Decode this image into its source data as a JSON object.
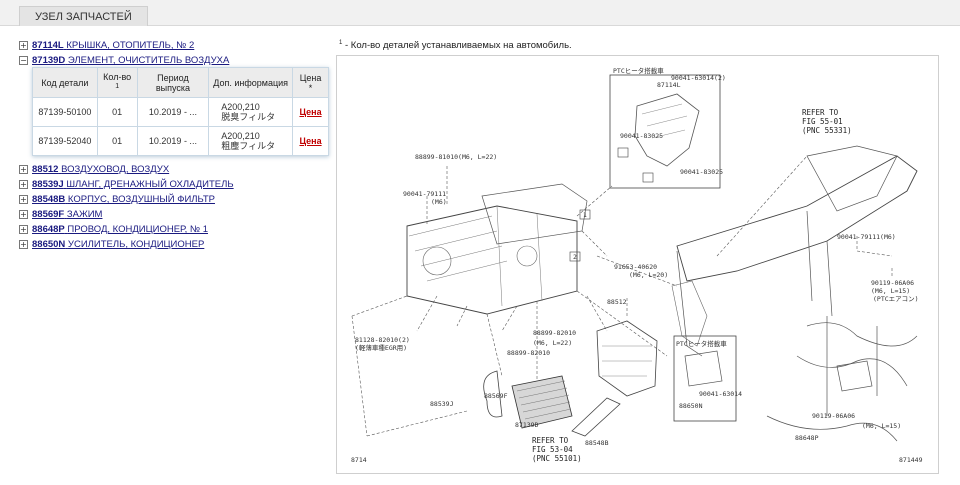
{
  "header": {
    "title": "УЗЕЛ ЗАПЧАСТЕЙ"
  },
  "tree": [
    {
      "toggle": "+",
      "code": "87114L",
      "name": "КРЫШКА, ОТОПИТЕЛЬ, № 2"
    },
    {
      "toggle": "−",
      "code": "87139D",
      "name": "ЭЛЕМЕНТ, ОЧИСТИТЕЛЬ ВОЗДУХА"
    },
    {
      "toggle": "+",
      "code": "88512",
      "name": "ВОЗДУХОВОД, ВОЗДУХ"
    },
    {
      "toggle": "+",
      "code": "88539J",
      "name": "ШЛАНГ, ДРЕНАЖНЫЙ ОХЛАДИТЕЛЬ"
    },
    {
      "toggle": "+",
      "code": "88548B",
      "name": "КОРПУС, ВОЗДУШНЫЙ ФИЛЬТР"
    },
    {
      "toggle": "+",
      "code": "88569F",
      "name": "ЗАЖИМ"
    },
    {
      "toggle": "+",
      "code": "88648P",
      "name": "ПРОВОД, КОНДИЦИОНЕР, № 1"
    },
    {
      "toggle": "+",
      "code": "88650N",
      "name": "УСИЛИТЕЛЬ, КОНДИЦИОНЕР"
    }
  ],
  "table": {
    "headers": {
      "code": "Код детали",
      "qty": "Кол-во",
      "qty_sup": "1",
      "period": "Период выпуска",
      "info": "Доп. информация",
      "price": "Цена",
      "price_sup": "*"
    },
    "rows": [
      {
        "code": "87139-50100",
        "qty": "01",
        "period": "10.2019 - ...",
        "info_1": "A200,210",
        "info_2": "脱臭フィルタ",
        "price": "Цена"
      },
      {
        "code": "87139-52040",
        "qty": "01",
        "period": "10.2019 - ...",
        "info_1": "A200,210",
        "info_2": "粗塵フィルタ",
        "price": "Цена"
      }
    ]
  },
  "note": {
    "sup": "1",
    "text": " - Кол-во деталей устанавливаемых на автомобиль."
  },
  "diagram": {
    "labels": {
      "ptc_top": "PTCヒータ搭載車",
      "ptc_mid": "PTCヒータ搭載車",
      "p87114L": "87114L",
      "p90041_63014_2": "90041-63014(2)",
      "p90041_83025a": "90041-83025",
      "p90041_83025b": "90041-83025",
      "p88899_81010": "88899-81010(M6, L=22)",
      "p90041_79111a": "90041-79111",
      "m6a": "(M6)",
      "p91653_40620": "91653-40620",
      "m6_l20": "(M6, L=20)",
      "p88512": "88512",
      "p88899_82010a": "88899-82010",
      "p88899_82010b": "88899-82010",
      "m6_l22": "(M6, L=22)",
      "p81128_82010": "81128-82010(2)",
      "p81128_note": "(軽薄車種EGR用)",
      "p88539J": "88539J",
      "p88569F": "88569F",
      "p87139D": "87139D",
      "p88548B": "88548B",
      "p88650N": "88650N",
      "p90041_63014": "90041-63014",
      "p90041_79111b": "90041-79111(M6)",
      "p90119_06A06a": "90119-06A06",
      "m6_l15a": "(M6, L=15)",
      "ptc_aircon": "(PTCエアコン)",
      "p90119_06A06b": "90119-06A06",
      "m6_l15b": "(M6, L=15)",
      "p88648P": "88648P",
      "refer1_a": "REFER TO",
      "refer1_b": "FIG 55-01",
      "refer1_c": "(PNC 55331)",
      "refer2_a": "REFER TO",
      "refer2_b": "FIG 53-04",
      "refer2_c": "(PNC 55101)",
      "corner_left": "8714",
      "corner_right": "871449",
      "mark1": "1",
      "mark2": "2"
    }
  }
}
